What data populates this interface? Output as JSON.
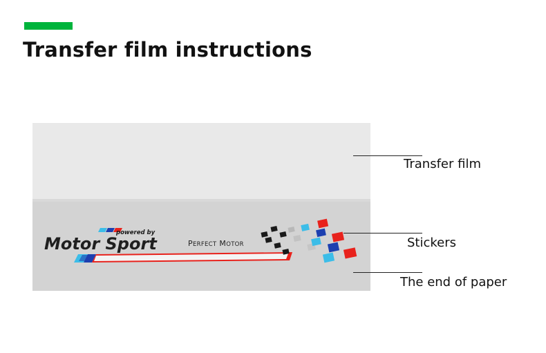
{
  "title": "Transfer film instructions",
  "colors": {
    "accent": "#00b43c",
    "film": "#e9e9e9",
    "paper": "#d3d3d3",
    "sticker_dark_blue": "#1c3fb0",
    "sticker_light_blue": "#3cbde8",
    "sticker_red": "#e8221c",
    "sticker_black": "#1a1a1a"
  },
  "sticker": {
    "tagline": "powered by",
    "brand": "Motor Sport",
    "sub_brand_initial_1": "P",
    "sub_brand_rest_1": "ERFECT",
    "sub_brand_initial_2": "M",
    "sub_brand_rest_2": "OTOR"
  },
  "labels": {
    "transfer_film": "Transfer film",
    "stickers": "Stickers",
    "end_of_paper": "The end of paper"
  }
}
